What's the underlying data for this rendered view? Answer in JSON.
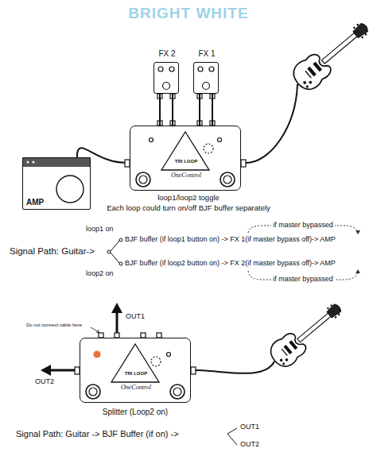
{
  "diagram": {
    "title": "BRIGHT WHITE",
    "nodes": [
      {
        "text": [
          "FX 2"
        ]
      },
      {
        "text": [
          "FX 1"
        ]
      },
      {
        "text": [
          "AMP"
        ]
      },
      {
        "text": [
          "TRI LOOP",
          "OneControl"
        ]
      },
      {
        "text": [
          "TRI LOOP",
          "OneControl"
        ]
      }
    ],
    "edges": [
      {
        "from": 0,
        "to": 3,
        "arrow": "none"
      },
      {
        "from": 1,
        "to": 3,
        "arrow": "none"
      },
      {
        "from": 3,
        "to": 2,
        "arrow": "none"
      }
    ],
    "labels": [
      "loop1/loop2 toggle",
      "Each loop could turn on/off BJF buffer separately",
      "Signal Path: Guitar->",
      "loop1 on",
      "loop2 on",
      "BJF buffer (if loop1 button on) -> FX 1(if master bypass off)-> AMP",
      "BJF buffer (if loop2 button on) -> FX 2(if master bypass off)-> AMP",
      "if master bypassed",
      "if master bypassed",
      "OUT1",
      "OUT2",
      "Do not connect cable here",
      "Splitter (Loop2 on)",
      "Signal Path: Guitar -> BJF Buffer (if on) ->",
      "OUT1",
      "OUT2"
    ]
  }
}
